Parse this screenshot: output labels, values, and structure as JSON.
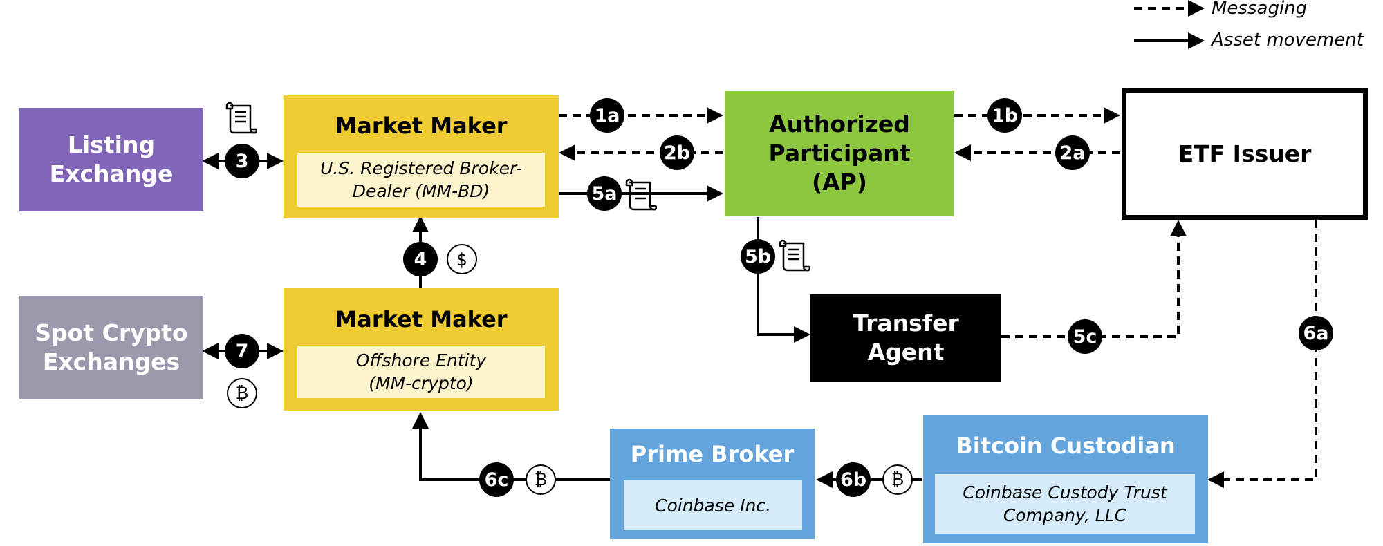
{
  "legend": {
    "messaging_label": "Messaging",
    "asset_label": "Asset movement"
  },
  "nodes": {
    "listing_exchange": {
      "title": "Listing Exchange",
      "color": "#8166b8"
    },
    "spot_crypto_exchanges": {
      "title": "Spot Crypto Exchanges",
      "color": "#9b9aac"
    },
    "market_maker_bd": {
      "title": "Market Maker",
      "subtitle": "U.S. Registered Broker-Dealer (MM-BD)",
      "color": "#f0cc33",
      "sub_color": "#fdf4cd"
    },
    "market_maker_crypto": {
      "title": "Market Maker",
      "subtitle": "Offshore Entity (MM-crypto)",
      "color": "#f0cc33",
      "sub_color": "#fdf4cd"
    },
    "authorized_participant": {
      "title": "Authorized Participant (AP)",
      "color": "#8dc63f"
    },
    "etf_issuer": {
      "title": "ETF Issuer",
      "color": "#ffffff"
    },
    "transfer_agent": {
      "title": "Transfer Agent",
      "color": "#000000"
    },
    "prime_broker": {
      "title": "Prime Broker",
      "subtitle": "Coinbase Inc.",
      "color": "#64a4dc",
      "sub_color": "#d6ecfb"
    },
    "bitcoin_custodian": {
      "title": "Bitcoin Custodian",
      "subtitle": "Coinbase Custody Trust Company, LLC",
      "color": "#64a4dc",
      "sub_color": "#d6ecfb"
    }
  },
  "steps": [
    "1a",
    "1b",
    "2a",
    "2b",
    "3",
    "4",
    "5a",
    "5b",
    "5c",
    "6a",
    "6b",
    "6c",
    "7"
  ],
  "icons": {
    "bitcoin_symbol": "₿",
    "dollar_symbol": "$",
    "document_icon": "scroll-document-icon"
  }
}
